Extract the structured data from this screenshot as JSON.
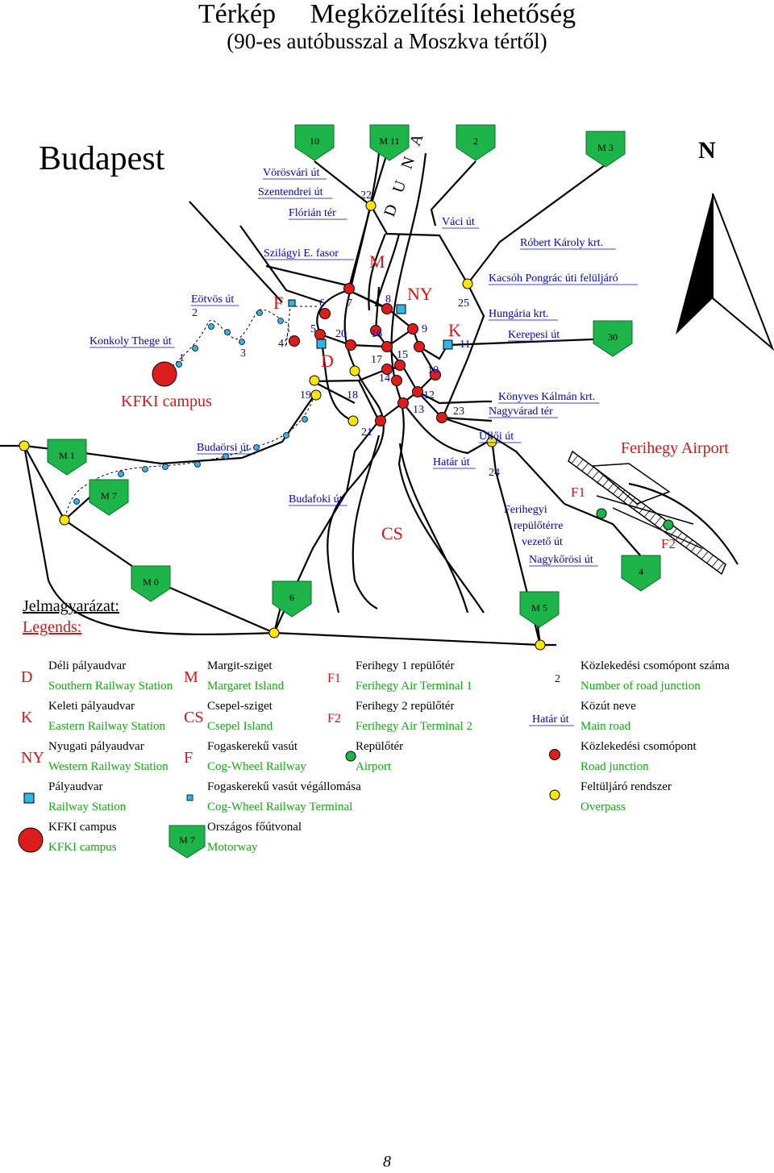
{
  "header": {
    "title_left": "Térkép",
    "title_right": "Megközelítési lehetőség",
    "subtitle": "(90-es autóbusszal a Moszkva tértől)"
  },
  "map": {
    "title": "Budapest",
    "north": "N",
    "colors": {
      "red": "#dd1c1c",
      "green": "#1db54a",
      "blue": "#2fb6e6",
      "yellow": "#ffe600",
      "label_blue": "#0000cc",
      "label_red": "#dd1111",
      "legend_english": "#11aa11"
    },
    "motorways": [
      "10",
      "M 11",
      "2",
      "M 3",
      "30",
      "M 1",
      "M 7",
      "M 0",
      "6",
      "M 5",
      "4"
    ],
    "road_labels": [
      "Vörösvári út",
      "Szentendrei út",
      "Flórián tér",
      "Váci út",
      "Szilágyi E. fasor",
      "Róbert Károly krt.",
      "Kacsóh Pongrác úti felüljáró",
      "Hungária krt.",
      "Kerepesi út",
      "Eötvös út",
      "Konkoly Thege út",
      "Könyves Kálmán krt.",
      "Nagyvárad tér",
      "Üllői út",
      "Budaörsi út",
      "Határ út",
      "Budafoki út",
      "Ferihegyi repülőtérre vezető út",
      "Nagykőrösi út"
    ],
    "place_labels": {
      "kfki": "KFKI campus",
      "airport": "Ferihegy Airport",
      "river": "D U N A"
    },
    "letters": {
      "m": "M",
      "ny": "NY",
      "f": "F",
      "d": "D",
      "k": "K",
      "cs": "CS",
      "f1": "F1",
      "f2": "F2"
    },
    "junction_numbers": [
      "1",
      "2",
      "3",
      "4",
      "5",
      "6",
      "7",
      "8",
      "9",
      "10",
      "11",
      "12",
      "13",
      "14",
      "15",
      "16",
      "17",
      "18",
      "19",
      "20",
      "21",
      "22",
      "23",
      "24",
      "25"
    ]
  },
  "legend": {
    "title": "Jelmagyarázat:",
    "title_en": "Legends:",
    "items": [
      {
        "symbol": "D",
        "hu": "Déli pályaudvar",
        "en": "Southern Railway Station"
      },
      {
        "symbol": "K",
        "hu": "Keleti pályaudvar",
        "en": "Eastern Railway Station"
      },
      {
        "symbol": "NY",
        "hu": "Nyugati pályaudvar",
        "en": "Western Railway Station"
      },
      {
        "symbol": "",
        "hu": "Pályaudvar",
        "en": "Railway Station"
      },
      {
        "symbol": "",
        "hu": "KFKI campus",
        "en": "KFKI campus"
      },
      {
        "symbol": "M",
        "hu": "Margit-sziget",
        "en": "Margaret Island"
      },
      {
        "symbol": "CS",
        "hu": "Csepel-sziget",
        "en": "Csepel Island"
      },
      {
        "symbol": "F",
        "hu": "Fogaskerekű vasút",
        "en": "Cog-Wheel Railway"
      },
      {
        "symbol": "",
        "hu": "Fogaskerekű vasút végállomása",
        "en": "Cog-Wheel Railway Terminal"
      },
      {
        "symbol": "M 7",
        "hu": "Országos főútvonal",
        "en": "Motorway"
      },
      {
        "symbol": "F1",
        "hu": "Ferihegy 1 repülőtér",
        "en": "Ferihegy Air Terminal 1"
      },
      {
        "symbol": "F2",
        "hu": "Ferihegy 2 repülőtér",
        "en": "Ferihegy Air Terminal 2"
      },
      {
        "symbol": "",
        "hu": "Repülőtér",
        "en": "Airport"
      },
      {
        "symbol": "2",
        "hu": "Közlekedési csomópont száma",
        "en": "Number of road junction"
      },
      {
        "symbol": "Határ út",
        "hu": "Közút neve",
        "en": "Main road"
      },
      {
        "symbol": "",
        "hu": "Közlekedési csomópont",
        "en": "Road junction"
      },
      {
        "symbol": "",
        "hu": "Feltüljáró rendszer",
        "en": "Overpass"
      }
    ]
  },
  "footer": {
    "page_number": "8"
  }
}
